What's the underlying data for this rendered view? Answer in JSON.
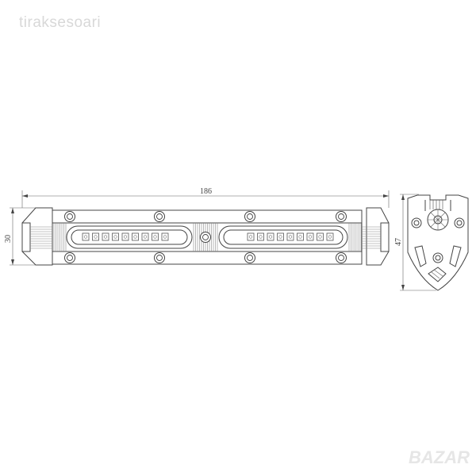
{
  "watermark": "tiraksesoari",
  "logo": "BAZAR",
  "dimensions": {
    "length": "186",
    "height": "30",
    "depth": "47"
  },
  "led_count_per_window": 9,
  "colors": {
    "line": "#444444",
    "watermark": "#d8d8d8"
  }
}
